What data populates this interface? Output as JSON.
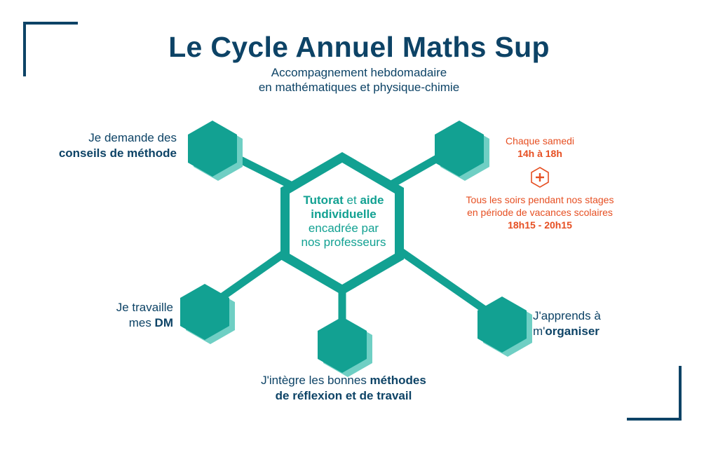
{
  "header": {
    "title": "Le Cycle Annuel Maths Sup",
    "subtitle_line1": "Accompagnement hebdomadaire",
    "subtitle_line2": "en mathématiques et physique-chimie"
  },
  "center": {
    "line1_bold": "Tutorat",
    "line1_mid": " et ",
    "line1_bold2": "aide",
    "line2_bold": "individuelle",
    "line3": "encadrée par",
    "line4": "nos professeurs"
  },
  "nodes": {
    "top_left": {
      "line1": "Je demande des",
      "line2_bold": "conseils de méthode"
    },
    "bottom_left": {
      "line1": "Je travaille",
      "line2_prefix": "mes ",
      "line2_bold": "DM"
    },
    "bottom": {
      "line1_prefix": "J'intègre les bonnes ",
      "line1_bold": "méthodes",
      "line2_bold": "de réflexion et de travail"
    },
    "bottom_right": {
      "line1": "J'apprends à",
      "line2_prefix": "m'",
      "line2_bold": "organiser"
    }
  },
  "schedule": {
    "line1": "Chaque samedi",
    "line2_bold": "14h à 18h",
    "line3": "Tous les soirs pendant nos stages",
    "line4": "en période de vacances scolaires",
    "line5_bold": "18h15 - 20h15"
  },
  "colors": {
    "navy": "#0d4366",
    "teal": "#12a192",
    "teal_shadow": "#6fcfc4",
    "orange": "#e64f22"
  },
  "icons": {
    "schedule_separator": "plus-hexagon-icon"
  }
}
